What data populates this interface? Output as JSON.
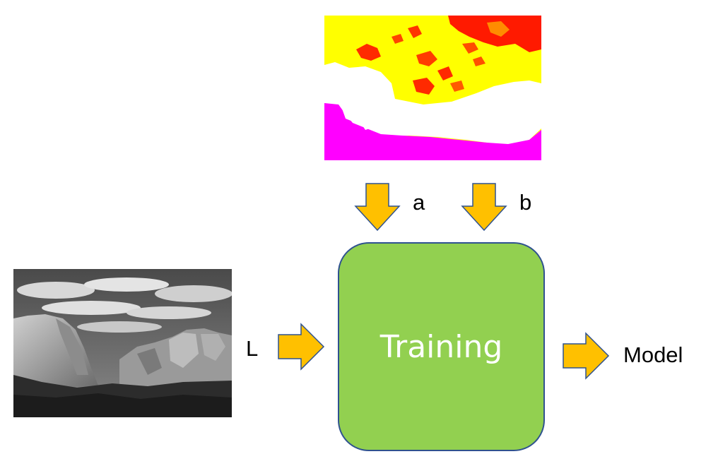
{
  "images": {
    "ab_channels": "ab-color-channels-image",
    "l_channel": "grayscale-landscape-image"
  },
  "labels": {
    "a": "a",
    "b": "b",
    "l": "L",
    "training": "Training",
    "model": "Model"
  },
  "colors": {
    "arrow_fill": "#ffc000",
    "arrow_stroke": "#2f528f",
    "training_fill": "#92d050",
    "training_text": "#ffffff"
  }
}
